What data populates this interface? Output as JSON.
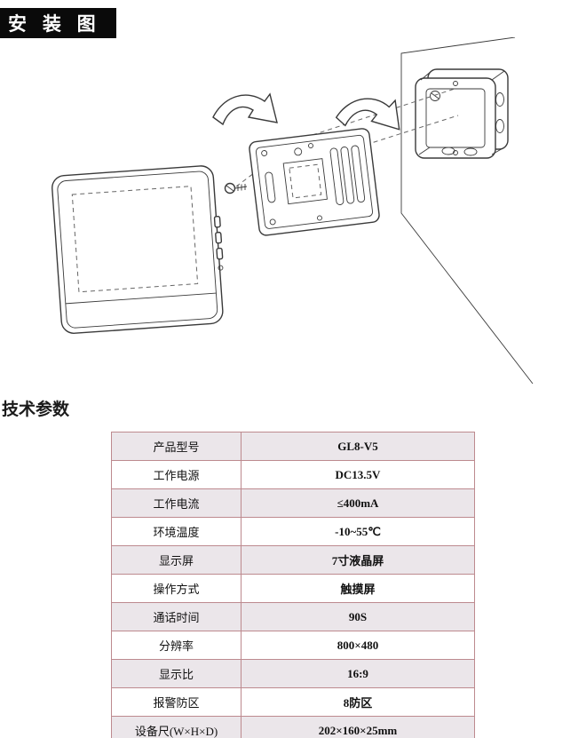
{
  "header": {
    "title": "安 装 图"
  },
  "params": {
    "title": "技术参数"
  },
  "table": {
    "rows": [
      {
        "label": "产品型号",
        "value": "GL8-V5"
      },
      {
        "label": "工作电源",
        "value": "DC13.5V"
      },
      {
        "label": "工作电流",
        "value": "≤400mA"
      },
      {
        "label": "环境温度",
        "value": "-10~55℃"
      },
      {
        "label": "显示屏",
        "value": "7寸液晶屏"
      },
      {
        "label": "操作方式",
        "value": "触摸屏"
      },
      {
        "label": "通话时间",
        "value": "90S"
      },
      {
        "label": "分辨率",
        "value": "800×480"
      },
      {
        "label": "显示比",
        "value": "16:9"
      },
      {
        "label": "报警防区",
        "value": "8防区"
      },
      {
        "label": "设备尺(W×H×D)",
        "value": "202×160×25mm"
      }
    ]
  },
  "colors": {
    "header_bg": "#0a0a0a",
    "header_text": "#ffffff",
    "table_border": "#bd8a8f",
    "row_shade": "#ebe6ea"
  },
  "diagram": {
    "parts": [
      "wall",
      "wall-junction-box",
      "mounting-bracket",
      "fixing-screw",
      "indoor-monitor",
      "install-arrows"
    ]
  }
}
